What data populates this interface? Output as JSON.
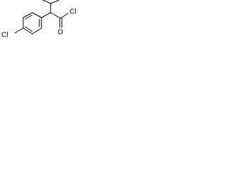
{
  "molecule": {
    "atoms": {
      "aryl_chlorine": "Cl",
      "carbonyl_oxygen": "O",
      "acyl_chlorine": "Cl"
    }
  }
}
